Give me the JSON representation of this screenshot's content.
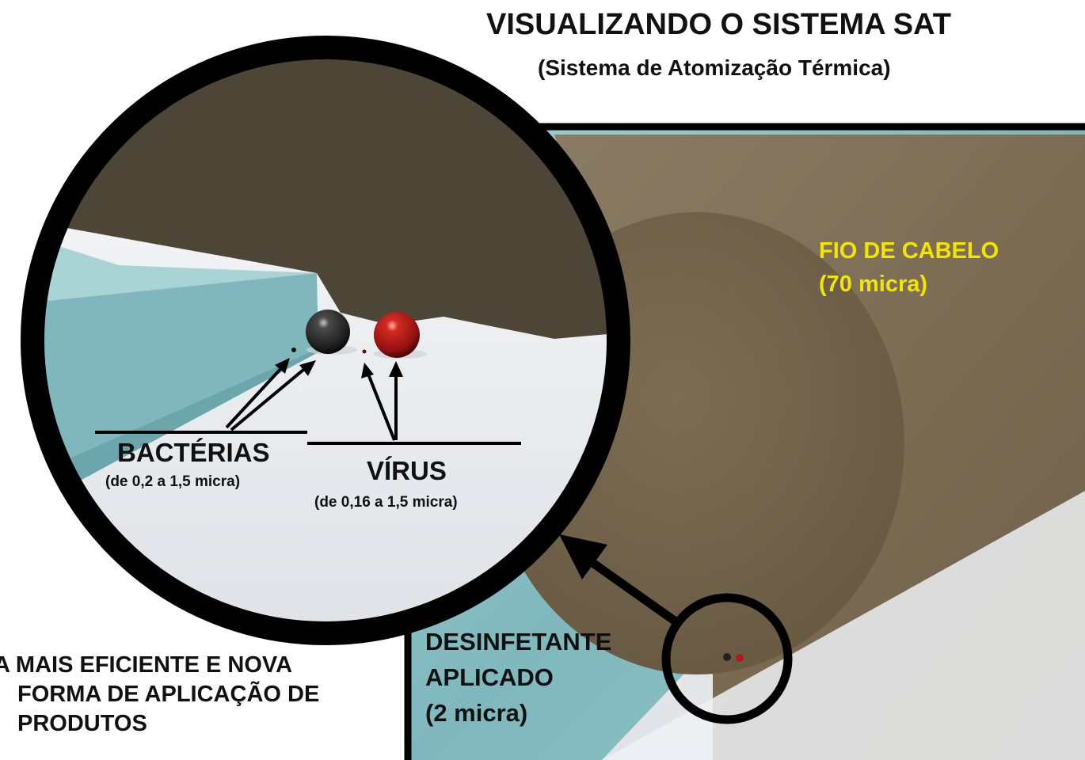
{
  "header": {
    "title": "VISUALIZANDO O SISTEMA SAT",
    "subtitle": "(Sistema de Atomização Térmica)"
  },
  "hair": {
    "label_line1": "FIO DE CABELO",
    "label_line2": "(70 micra)",
    "label_color": "#f2e600"
  },
  "disinfectant": {
    "line1": "DESINFETANTE",
    "line2": "APLICADO",
    "line3": "(2 micra)"
  },
  "bottom_text": {
    "line1": "A MAIS EFICIENTE E NOVA",
    "line2": "FORMA DE APLICAÇÃO DE",
    "line3": "PRODUTOS"
  },
  "bacteria": {
    "label": "BACTÉRIAS",
    "size": "(de 0,2 a 1,5 micra)"
  },
  "virus": {
    "label": "VÍRUS",
    "size": "(de 0,16 a 1,5 micra)"
  },
  "colors": {
    "hair": "#7f6e55",
    "hair_zoom": "#4d4535",
    "water": "#8fc3c6",
    "floor": "#f4f6f8",
    "virus": "#b01a1a",
    "bacteria": "#2a2a2a"
  }
}
